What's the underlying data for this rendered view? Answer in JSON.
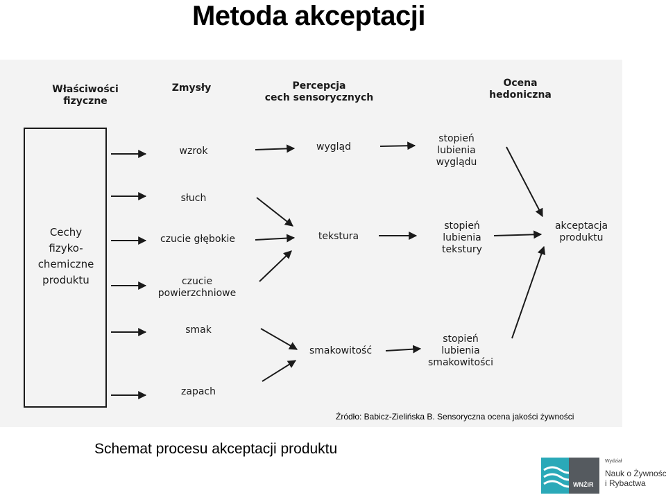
{
  "slide": {
    "title": "Metoda akceptacji",
    "caption": "Schemat procesu akceptacji produktu",
    "source": "Źródło: Babicz-Zielińska B. Sensoryczna ocena jakości żywności"
  },
  "diagram": {
    "headers": {
      "properties": [
        "Właściwości",
        "fizyczne"
      ],
      "senses": "Zmysły",
      "perception": [
        "Percepcja",
        "cech sensorycznych"
      ],
      "hedonic": [
        "Ocena",
        "hedoniczna"
      ]
    },
    "box": [
      "Cechy",
      "fizyko-",
      "chemiczne",
      "produktu"
    ],
    "senses": {
      "sight": "wzrok",
      "hearing": "słuch",
      "deep_touch": "czucie głębokie",
      "surface_touch": [
        "czucie",
        "powierzchniowe"
      ],
      "taste": "smak",
      "smell": "zapach"
    },
    "perception": {
      "appearance": "wygląd",
      "texture": "tekstura",
      "flavour": "smakowitość"
    },
    "liking": {
      "appearance": [
        "stopień",
        "lubienia",
        "wyglądu"
      ],
      "texture": [
        "stopień",
        "lubienia",
        "tekstury"
      ],
      "flavour": [
        "stopień",
        "lubienia",
        "smakowitości"
      ]
    },
    "acceptance": [
      "akceptacja",
      "produktu"
    ]
  },
  "logo": {
    "abbr": "WNŻiR",
    "small": "Wydział",
    "line1": "Nauk o Żywności",
    "line2": "i Rybactwa"
  },
  "colors": {
    "ink": "#1a1a1a",
    "scan_background": "#f3f3f3",
    "logo_teal": "#2aa9b8",
    "logo_gray": "#555a5f"
  }
}
